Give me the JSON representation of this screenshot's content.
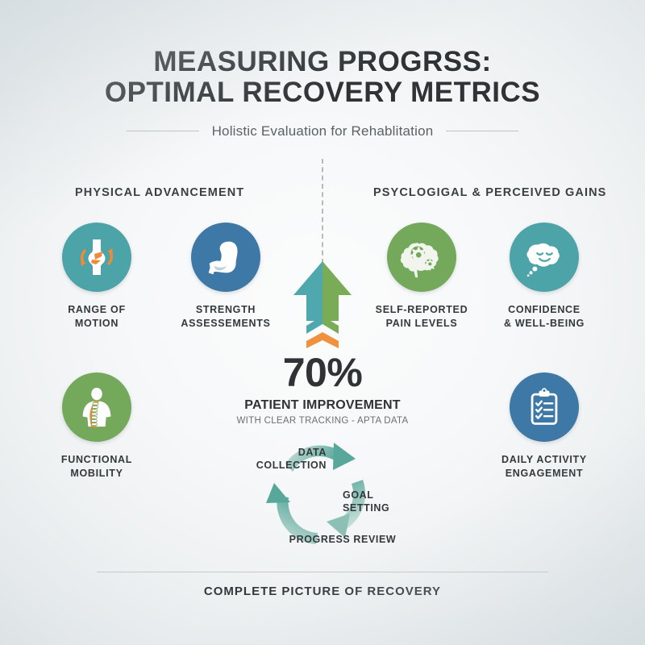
{
  "header": {
    "title_line1": "MEASURING PROGRSS:",
    "title_line2": "OPTIMAL RECOVERY METRICS",
    "subtitle": "Holistic Evaluation for Rehablitation"
  },
  "sections": {
    "left_heading": "PHYSICAL ADVANCEMENT",
    "right_heading": "PSYCLOGIGAL & PERCEIVED GAINS"
  },
  "stat": {
    "number": "70%",
    "label": "PATIENT IMPROVEMENT",
    "source": "WITH CLEAR TRACKING - APTA DATA"
  },
  "nodes": [
    {
      "key": "range-of-motion",
      "label": "RANGE OF\nMOTION",
      "icon": "joint-rotation-icon",
      "circle_color": "#4CA3A8"
    },
    {
      "key": "strength",
      "label": "STRENGTH\nASSESSEMENTS",
      "icon": "flexed-bicep-icon",
      "circle_color": "#3D78A6"
    },
    {
      "key": "self-reported-pain",
      "label": "SELF-REPORTED\nPAIN LEVELS",
      "icon": "brain-gears-icon",
      "circle_color": "#74A85A"
    },
    {
      "key": "confidence",
      "label": "CONFIDENCE\n& WELL-BEING",
      "icon": "thought-bubble-smile-icon",
      "circle_color": "#4CA3A8"
    },
    {
      "key": "functional-mobility",
      "label": "FUNCTIONAL\nMOBILITY",
      "icon": "spine-torso-icon",
      "circle_color": "#74A85A"
    },
    {
      "key": "daily-activity",
      "label": "DAILY ACTIVITY\nENGAGEMENT",
      "icon": "clipboard-check-icon",
      "circle_color": "#3D78A6"
    }
  ],
  "cycle": {
    "steps": [
      {
        "key": "data-collection",
        "label": "DATA\nCOLLECTION"
      },
      {
        "key": "goal-setting",
        "label": "GOAL\nSETTING"
      },
      {
        "key": "progress-review",
        "label": "PROGRESS REVIEW"
      }
    ]
  },
  "footer": {
    "text": "COMPLETE PICTURE OF RECOVERY"
  },
  "colors": {
    "teal": "#4CA3A8",
    "blue": "#3D78A6",
    "green": "#74A85A",
    "orange": "#F0913F",
    "arrow_teal": "#4FA8AE",
    "arrow_green": "#7AAB57",
    "ink": "#2f3336",
    "background": "#f4f6f7"
  }
}
